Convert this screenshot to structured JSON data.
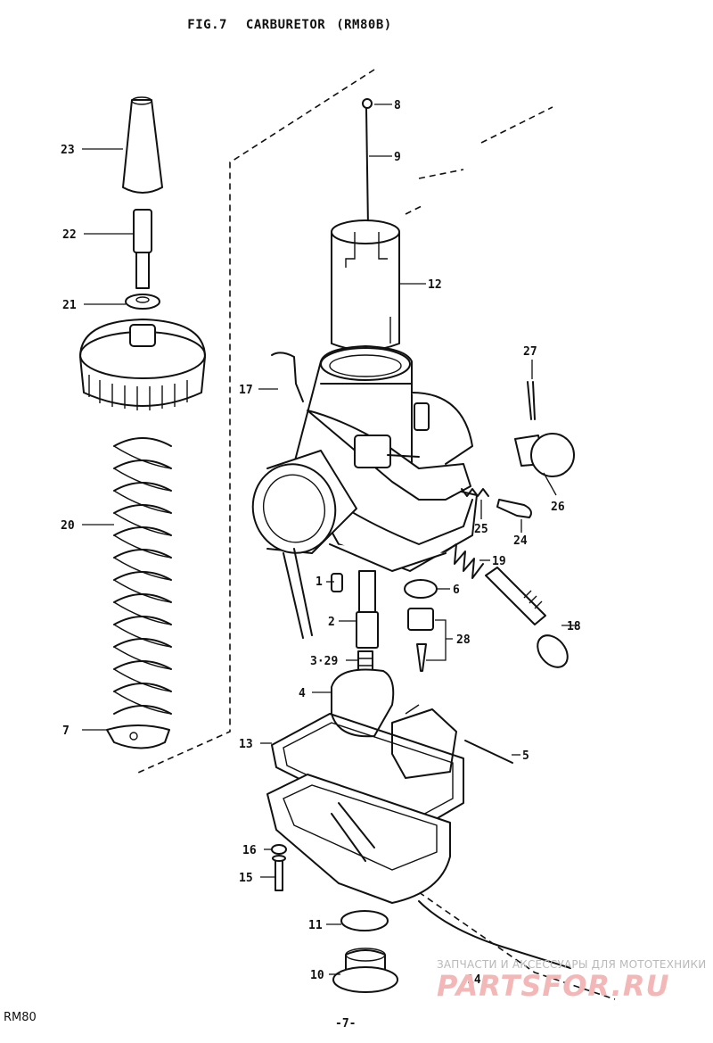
{
  "header": {
    "fig": "FIG.7",
    "name": "CARBURETOR",
    "model": "(RM80B)"
  },
  "footer": {
    "model": "RM80",
    "page": "-7-"
  },
  "watermark": {
    "top": "ЗАПЧАСТИ И АКСЕССУАРЫ ДЛЯ МОТОТЕХНИКИ",
    "logo": "PARTSFOR.RU"
  },
  "labels": {
    "p1": "1",
    "p2": "2",
    "p3_29": "3·29",
    "p4": "4",
    "p5": "5",
    "p6": "6",
    "p7": "7",
    "p8": "8",
    "p9": "9",
    "p10": "10",
    "p11": "11",
    "p12": "12",
    "p13": "13",
    "p14": "14",
    "p15": "15",
    "p16": "16",
    "p17": "17",
    "p18": "18",
    "p19": "19",
    "p20": "20",
    "p21": "21",
    "p22": "22",
    "p23": "23",
    "p24": "24",
    "p25": "25",
    "p26": "26",
    "p27": "27",
    "p28": "28"
  }
}
